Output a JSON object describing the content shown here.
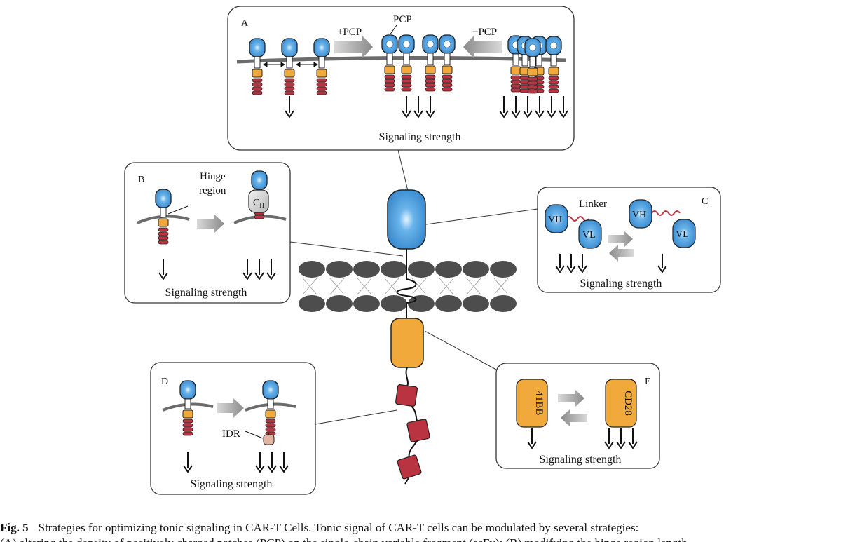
{
  "panels": {
    "A": {
      "letter": "A",
      "plus_pcp": "+PCP",
      "minus_pcp": "−PCP",
      "pcp": "PCP",
      "strength": "Signaling strength"
    },
    "B": {
      "letter": "B",
      "hinge_line1": "Hinge",
      "hinge_line2": "region",
      "ch": "C",
      "ch_sub": "H",
      "strength": "Signaling strength"
    },
    "C": {
      "letter": "C",
      "linker": "Linker",
      "vh": "VH",
      "vl": "VL",
      "strength": "Signaling strength"
    },
    "D": {
      "letter": "D",
      "idr": "IDR",
      "strength": "Signaling strength"
    },
    "E": {
      "letter": "E",
      "domain1": "41BB",
      "domain2": "CD28",
      "strength": "Signaling strength"
    }
  },
  "caption": {
    "label": "Fig. 5",
    "text": "Strategies for optimizing tonic signaling in CAR-T Cells. Tonic signal of CAR-T cells can be modulated by several strategies:",
    "line2": "(A) altering the density of positively charged patches (PCP) on the single-chain variable fragment (scFv); (B) modifying the hinge region length"
  },
  "colors": {
    "blue": "#3d8fd6",
    "orange": "#f0a93a",
    "red": "#b93440",
    "membrane": "#5a5a5a",
    "lipid": "#4a4a4a"
  }
}
